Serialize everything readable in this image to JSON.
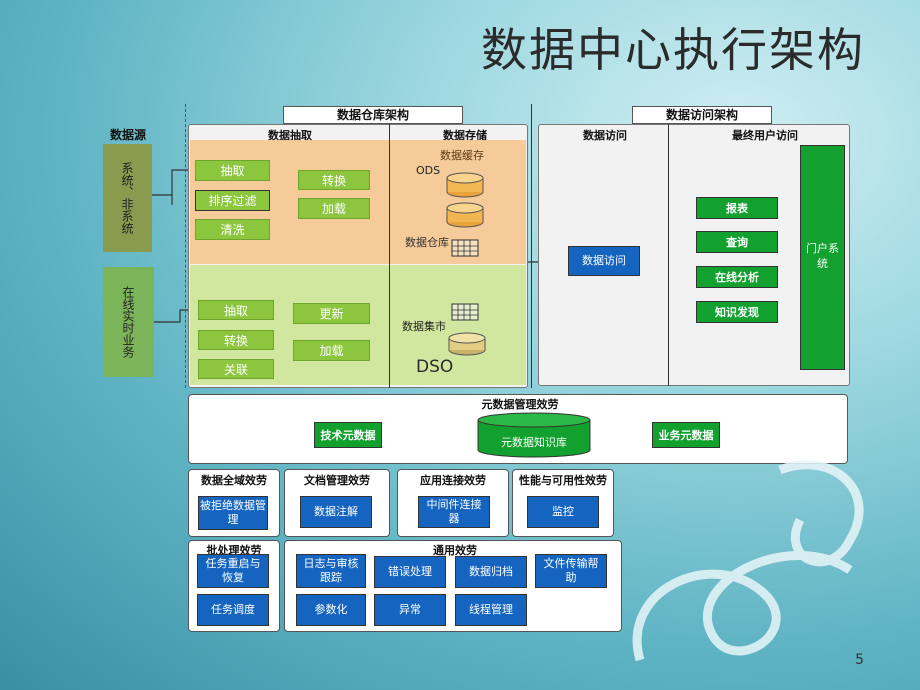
{
  "title": "数据中心执行架构",
  "page_number": "5",
  "headers": {
    "warehouse": "数据仓库架构",
    "access_arch": "数据访问架构",
    "source": "数据源",
    "extract": "数据抽取",
    "storage": "数据存储",
    "access": "数据访问",
    "end_user": "最终用户访问"
  },
  "sources": {
    "system": "系统、非系统",
    "business": "在线实时业务"
  },
  "upper_left": [
    "抽取",
    "排序过滤",
    "清洗"
  ],
  "upper_right": [
    "转换",
    "加载"
  ],
  "lower_left": [
    "抽取",
    "转换",
    "关联"
  ],
  "lower_right": [
    "更新",
    "加载"
  ],
  "storage_labels": {
    "cache": "数据缓存",
    "ods": "ODS",
    "warehouse": "数据仓库",
    "mart": "数据集市",
    "dso": "DSO"
  },
  "access_box": "数据访问",
  "end_user_items": [
    "报表",
    "查询",
    "在线分析",
    "知识发现"
  ],
  "portal": "门户系统",
  "metadata": {
    "title": "元数据管理效劳",
    "tech": "技术元数据",
    "repo": "元数据知识库",
    "biz": "业务元数据"
  },
  "services": [
    {
      "title": "数据全域效劳",
      "items": [
        "被拒绝数据管理"
      ]
    },
    {
      "title": "文档管理效劳",
      "items": [
        "数据注解"
      ]
    },
    {
      "title": "应用连接效劳",
      "items": [
        "中间件连接器"
      ]
    },
    {
      "title": "性能与可用性效劳",
      "items": [
        "监控"
      ]
    }
  ],
  "batch": {
    "title": "批处理效劳",
    "items": [
      "任务重启与恢复",
      "任务调度"
    ]
  },
  "common": {
    "title": "通用效劳",
    "items": [
      "日志与审核跟踪",
      "错误处理",
      "数据归档",
      "文件传输帮助",
      "参数化",
      "异常",
      "线程管理"
    ]
  },
  "colors": {
    "green_button": "#8cc63f",
    "dark_green": "#12a12e",
    "blue": "#1565c0",
    "orange_zone": "#f6c48a"
  }
}
